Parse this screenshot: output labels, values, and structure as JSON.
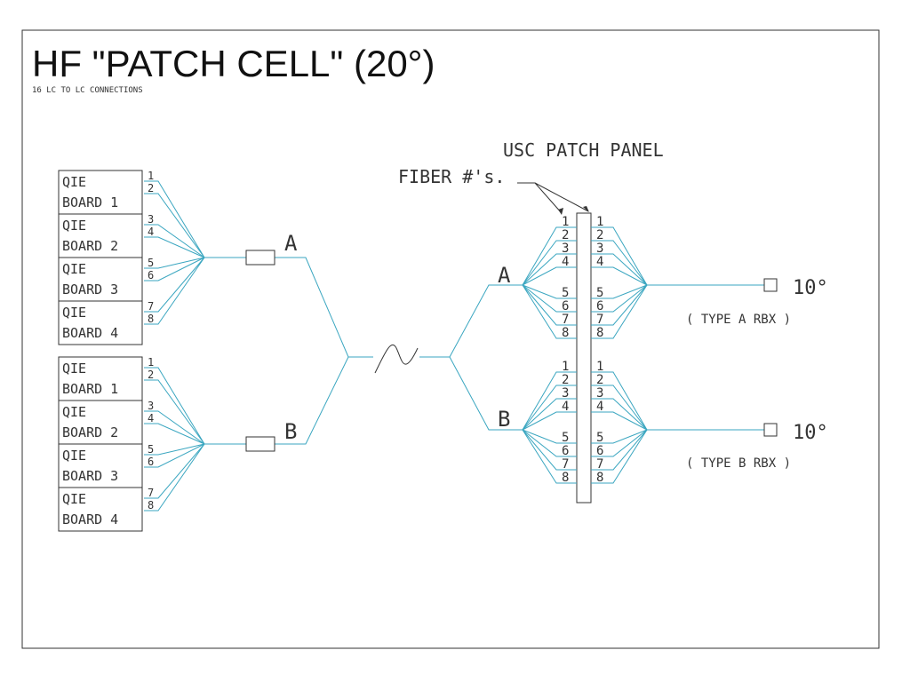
{
  "title": "HF \"PATCH CELL\" (20°)",
  "subtitle": "16 LC TO LC CONNECTIONS",
  "panel_label": "USC PATCH PANEL",
  "fiber_label": "FIBER #'s.",
  "board_word": "QIE",
  "boards": [
    "BOARD 1",
    "BOARD 2",
    "BOARD 3",
    "BOARD 4"
  ],
  "port_numbers": [
    "1",
    "2",
    "3",
    "4",
    "5",
    "6",
    "7",
    "8"
  ],
  "connector_a_label": "A",
  "connector_b_label": "B",
  "output_label": "10°",
  "type_a_label": "( TYPE A RBX )",
  "type_b_label": "( TYPE B RBX )",
  "colors": {
    "wire": "#3aa6c0",
    "ink": "#333333"
  }
}
